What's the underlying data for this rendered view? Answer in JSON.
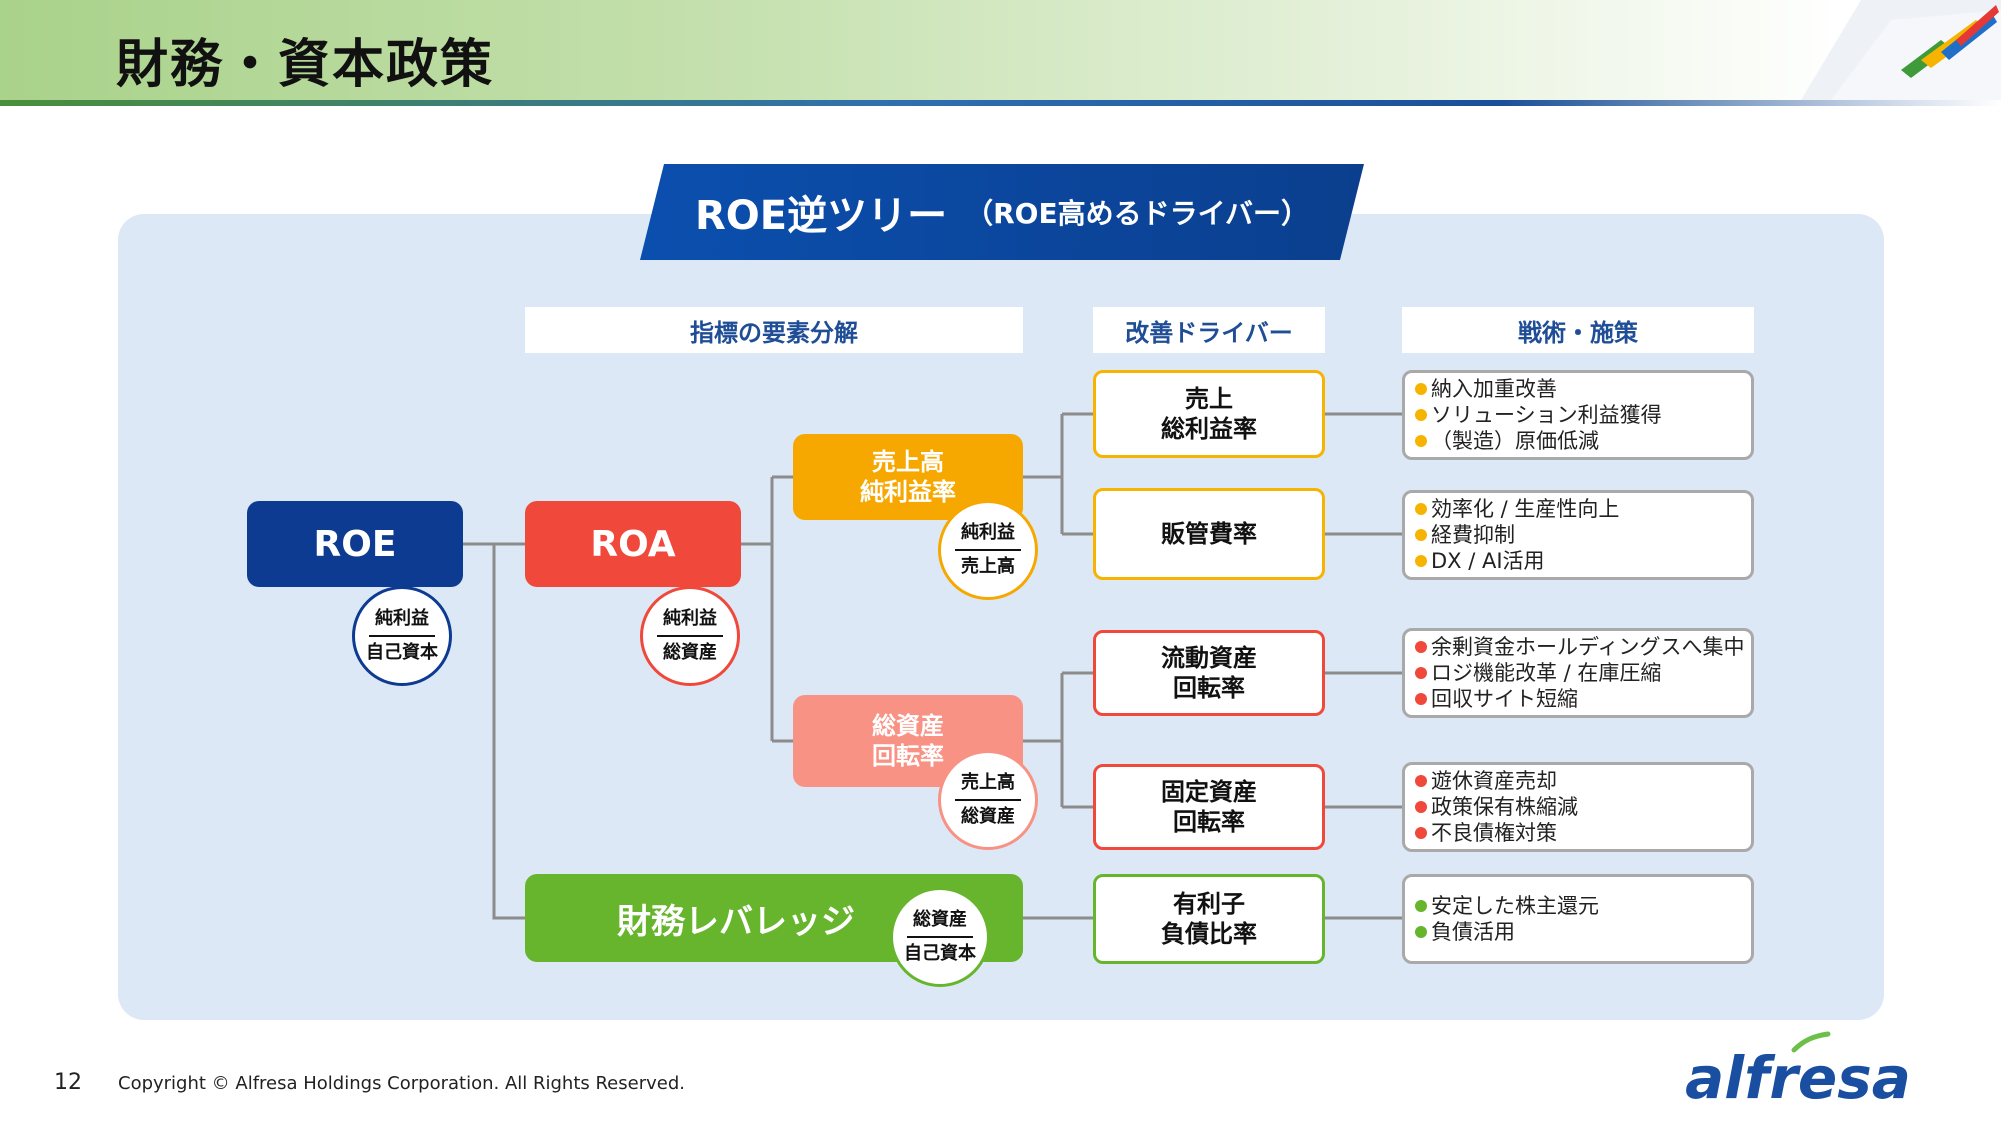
{
  "page": {
    "title": "財務・資本政策",
    "number": "12",
    "copyright": "Copyright © Alfresa Holdings Corporation. All Rights Reserved.",
    "logo_text": "alfresa"
  },
  "banner": {
    "main": "ROE逆ツリー",
    "sub": "（ROE高めるドライバー）",
    "color": "#0d4ea6"
  },
  "column_headers": {
    "decomposition": "指標の要素分解",
    "drivers": "改善ドライバー",
    "tactics": "戦術・施策"
  },
  "metrics": {
    "roe": {
      "label": "ROE",
      "numerator": "純利益",
      "denominator": "自己資本",
      "color": "#0d3b91"
    },
    "roa": {
      "label": "ROA",
      "numerator": "純利益",
      "denominator": "総資産",
      "color": "#f0483b"
    },
    "gross_margin": {
      "line1": "売上高",
      "line2": "純利益率",
      "numerator": "純利益",
      "denominator": "売上高",
      "color": "#f6a800"
    },
    "asset_turnover": {
      "line1": "総資産",
      "line2": "回転率",
      "numerator": "売上高",
      "denominator": "総資産",
      "color": "#f89284"
    },
    "leverage": {
      "label": "財務レバレッジ",
      "numerator": "総資産",
      "denominator": "自己資本",
      "color": "#67b52c"
    }
  },
  "drivers": [
    {
      "line1": "売上",
      "line2": "総利益率",
      "color": "#f6b400"
    },
    {
      "line1": "販管費率",
      "line2": "",
      "color": "#f6b400"
    },
    {
      "line1": "流動資産",
      "line2": "回転率",
      "color": "#f0483b"
    },
    {
      "line1": "固定資産",
      "line2": "回転率",
      "color": "#f0483b"
    },
    {
      "line1": "有利子",
      "line2": "負債比率",
      "color": "#67b52c"
    }
  ],
  "tactics": [
    {
      "bullet_color": "#f6b400",
      "items": [
        "納入加重改善",
        "ソリューション利益獲得",
        "（製造）原価低減"
      ]
    },
    {
      "bullet_color": "#f6b400",
      "items": [
        "効率化 / 生産性向上",
        "経費抑制",
        "DX / AI活用"
      ]
    },
    {
      "bullet_color": "#f0483b",
      "items": [
        "余剰資金ホールディングスへ集中",
        "ロジ機能改革 / 在庫圧縮",
        "回収サイト短縮"
      ]
    },
    {
      "bullet_color": "#f0483b",
      "items": [
        "遊休資産売却",
        "政策保有株縮減",
        "不良債権対策"
      ]
    },
    {
      "bullet_color": "#67b52c",
      "items": [
        "安定した株主還元",
        "負債活用"
      ]
    }
  ],
  "connector_color": "#8c8c8c"
}
